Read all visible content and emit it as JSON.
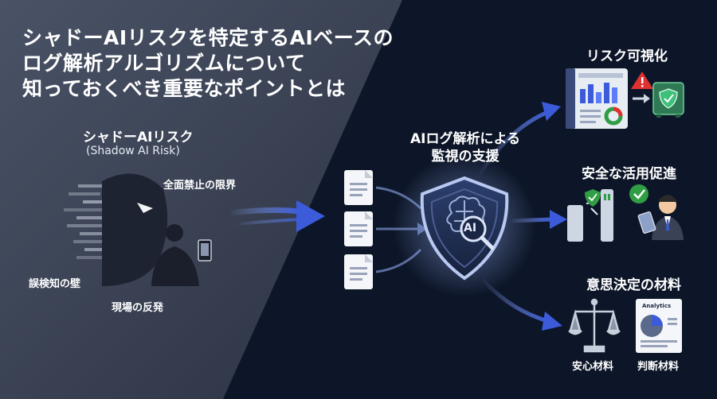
{
  "title": {
    "line1": "シャドーAIリスクを特定するAIベースの",
    "line2": "ログ解析アルゴリズムについて",
    "line3": "知っておくべき重要なポイントとは"
  },
  "left": {
    "heading": "シャドーAIリスク",
    "subheading": "(Shadow AI Risk)",
    "labels": {
      "ban_limit": "全面禁止の限界",
      "detection_wall": "誤検知の壁",
      "field_backlash": "現場の反発"
    }
  },
  "center": {
    "heading_line1": "AIログ解析による",
    "heading_line2": "監視の支援",
    "shield_text": "AI"
  },
  "right": {
    "visualization": "リスク可視化",
    "safe_use": "安全な活用促進",
    "decision": "意思決定の材料",
    "analytics": "Analytics",
    "reassurance": "安心材料",
    "judgment": "判断材料"
  },
  "colors": {
    "background": "#0d1628",
    "left_panel": "#3a4354",
    "accent_blue": "#3b5bdb",
    "glow": "#9db8ff",
    "alert_red": "#e03131",
    "safe_green": "#2f9e44"
  }
}
